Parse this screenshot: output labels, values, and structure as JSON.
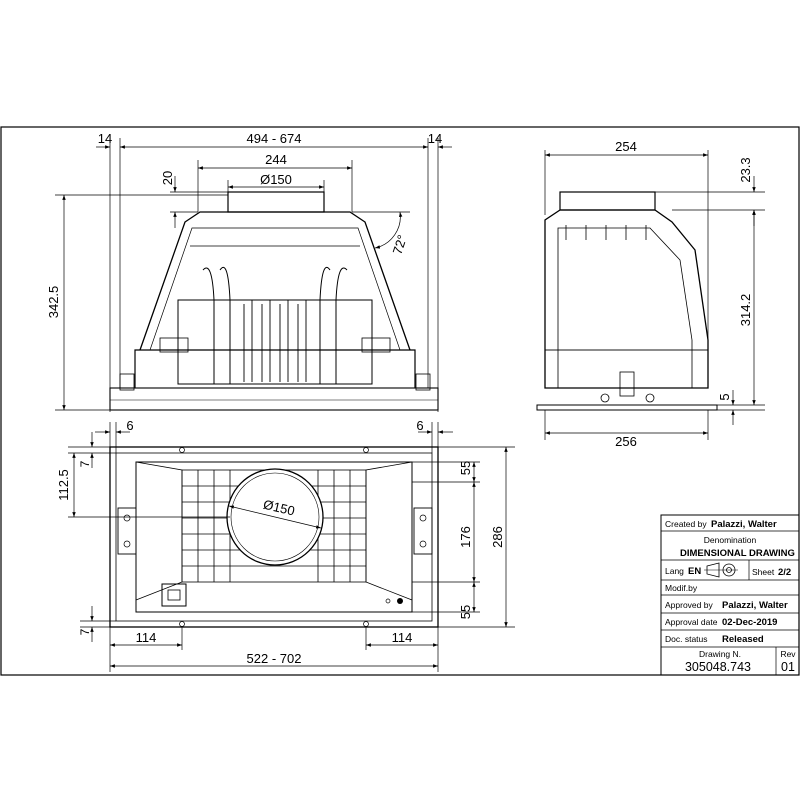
{
  "front_view": {
    "dims": {
      "left_margin": "14",
      "width_range": "494 - 674",
      "right_margin": "14",
      "duct_spacing": "244",
      "duct_diameter": "Ø150",
      "collar_height": "20",
      "angle": "72°",
      "height": "342.5"
    }
  },
  "side_view": {
    "dims": {
      "depth": "254",
      "collar_height": "23.3",
      "body_height": "314.2",
      "base_height": "5",
      "base_depth": "256"
    }
  },
  "top_view": {
    "dims": {
      "left_offset": "6",
      "right_offset": "6",
      "top_edge": "7",
      "left_center": "112.5",
      "bottom_edge": "7",
      "top_gap": "55",
      "center_span": "176",
      "bottom_gap": "55",
      "total_depth": "286",
      "duct_diameter": "Ø150",
      "left_inset": "114",
      "right_inset": "114",
      "width_range": "522 - 702"
    }
  },
  "title_block": {
    "created_by_label": "Created by",
    "created_by_value": "Palazzi, Walter",
    "denomination_label": "Denomination",
    "denomination_value": "DIMENSIONAL DRAWING",
    "lang_label": "Lang",
    "lang_value": "EN",
    "sheet_label": "Sheet",
    "sheet_value": "2/2",
    "modif_label": "Modif.by",
    "approved_by_label": "Approved by",
    "approved_by_value": "Palazzi, Walter",
    "approval_date_label": "Approval date",
    "approval_date_value": "02-Dec-2019",
    "doc_status_label": "Doc. status",
    "doc_status_value": "Released",
    "drawing_no_label": "Drawing N.",
    "drawing_no_value": "305048.743",
    "rev_label": "Rev",
    "rev_value": "01"
  }
}
